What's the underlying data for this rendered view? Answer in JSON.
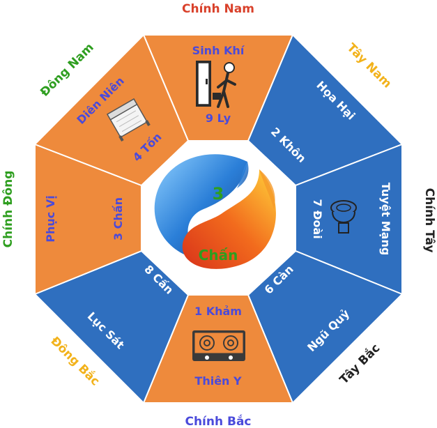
{
  "colors": {
    "orange": "#ee8a3c",
    "blue": "#2f6fbf",
    "white_text": "#ffffff",
    "purple_text": "#4a4adb",
    "green_text": "#2e9e1f",
    "red_text": "#d9412b",
    "yellow_text": "#f2b21b",
    "black_text": "#222222"
  },
  "directions": {
    "south": "Chính Nam",
    "north": "Chính Bắc",
    "east": "Chính Đông",
    "west": "Chính Tây",
    "southeast": "Đông Nam",
    "southwest": "Tây Nam",
    "northeast": "Đông Bắc",
    "northwest": "Tây Bắc"
  },
  "center": {
    "number": "3",
    "name": "Chấn"
  },
  "sectors": {
    "top": {
      "star": "Sinh Khí",
      "trigram": "9 Ly",
      "icon": "exit-door-icon"
    },
    "top_left": {
      "star": "Diên Niên",
      "trigram": "4 Tốn",
      "icon": "bed-icon"
    },
    "left": {
      "star": "Phục Vị",
      "trigram": "3 Chấn"
    },
    "bottom_left": {
      "star": "Lục Sát",
      "trigram": "8 Cấn"
    },
    "bottom": {
      "star": "Thiên Y",
      "trigram": "1 Khảm",
      "icon": "gas-stove-icon"
    },
    "bottom_right": {
      "star": "Ngũ Quỷ",
      "trigram": "6 Càn"
    },
    "right": {
      "star": "Tuyệt Mạng",
      "trigram": "7 Đoài",
      "icon": "toilet-icon"
    },
    "top_right": {
      "star": "Họa Hại",
      "trigram": "2 Khôn"
    }
  }
}
